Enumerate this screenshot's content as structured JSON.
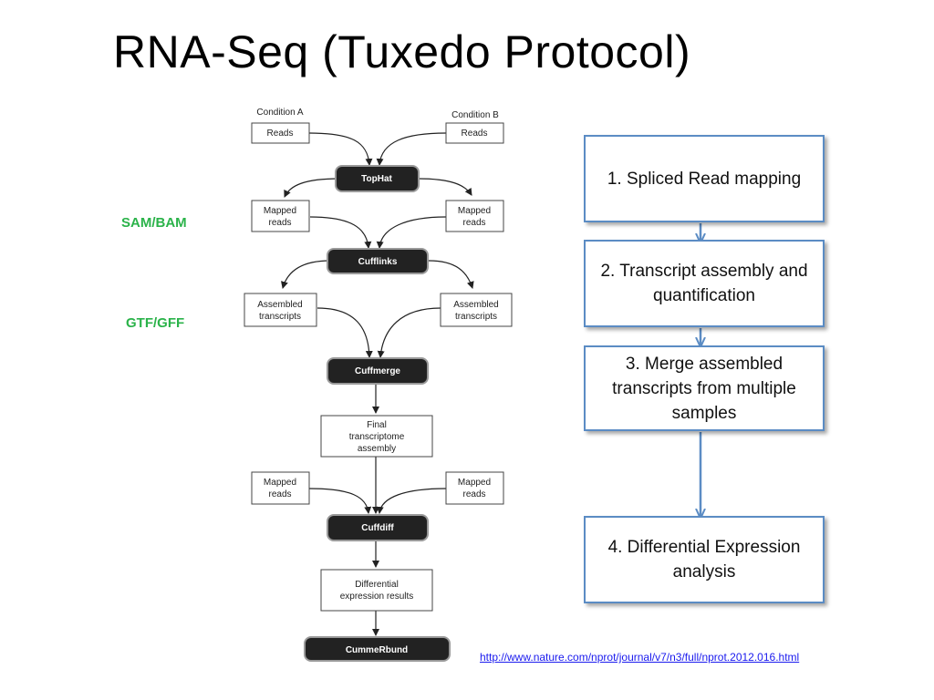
{
  "title": "RNA-Seq (Tuxedo Protocol)",
  "labels": {
    "sam_bam": "SAM/BAM",
    "gtf_gff": "GTF/GFF"
  },
  "flow": {
    "condition_a": "Condition A",
    "condition_b": "Condition B",
    "reads": "Reads",
    "tophat": "TopHat",
    "mapped_line1": "Mapped",
    "mapped_line2": "reads",
    "cufflinks": "Cufflinks",
    "assembled_line1": "Assembled",
    "assembled_line2": "transcripts",
    "cuffmerge": "Cuffmerge",
    "final_line1": "Final",
    "final_line2": "transcriptome",
    "final_line3": "assembly",
    "cuffdiff": "Cuffdiff",
    "diff_line1": "Differential",
    "diff_line2": "expression results",
    "cummerbund": "CummeRbund"
  },
  "steps": [
    "1.  Spliced Read mapping",
    "2. Transcript assembly and quantification",
    "3. Merge assembled transcripts from multiple samples",
    "4. Differential Expression analysis"
  ],
  "link": "http://www.nature.com/nprot/journal/v7/n3/full/nprot.2012.016.html",
  "colors": {
    "green": "#2bb34a",
    "step_border": "#5b8cc4",
    "dark_box": "#222222",
    "link": "#1a1aee"
  }
}
